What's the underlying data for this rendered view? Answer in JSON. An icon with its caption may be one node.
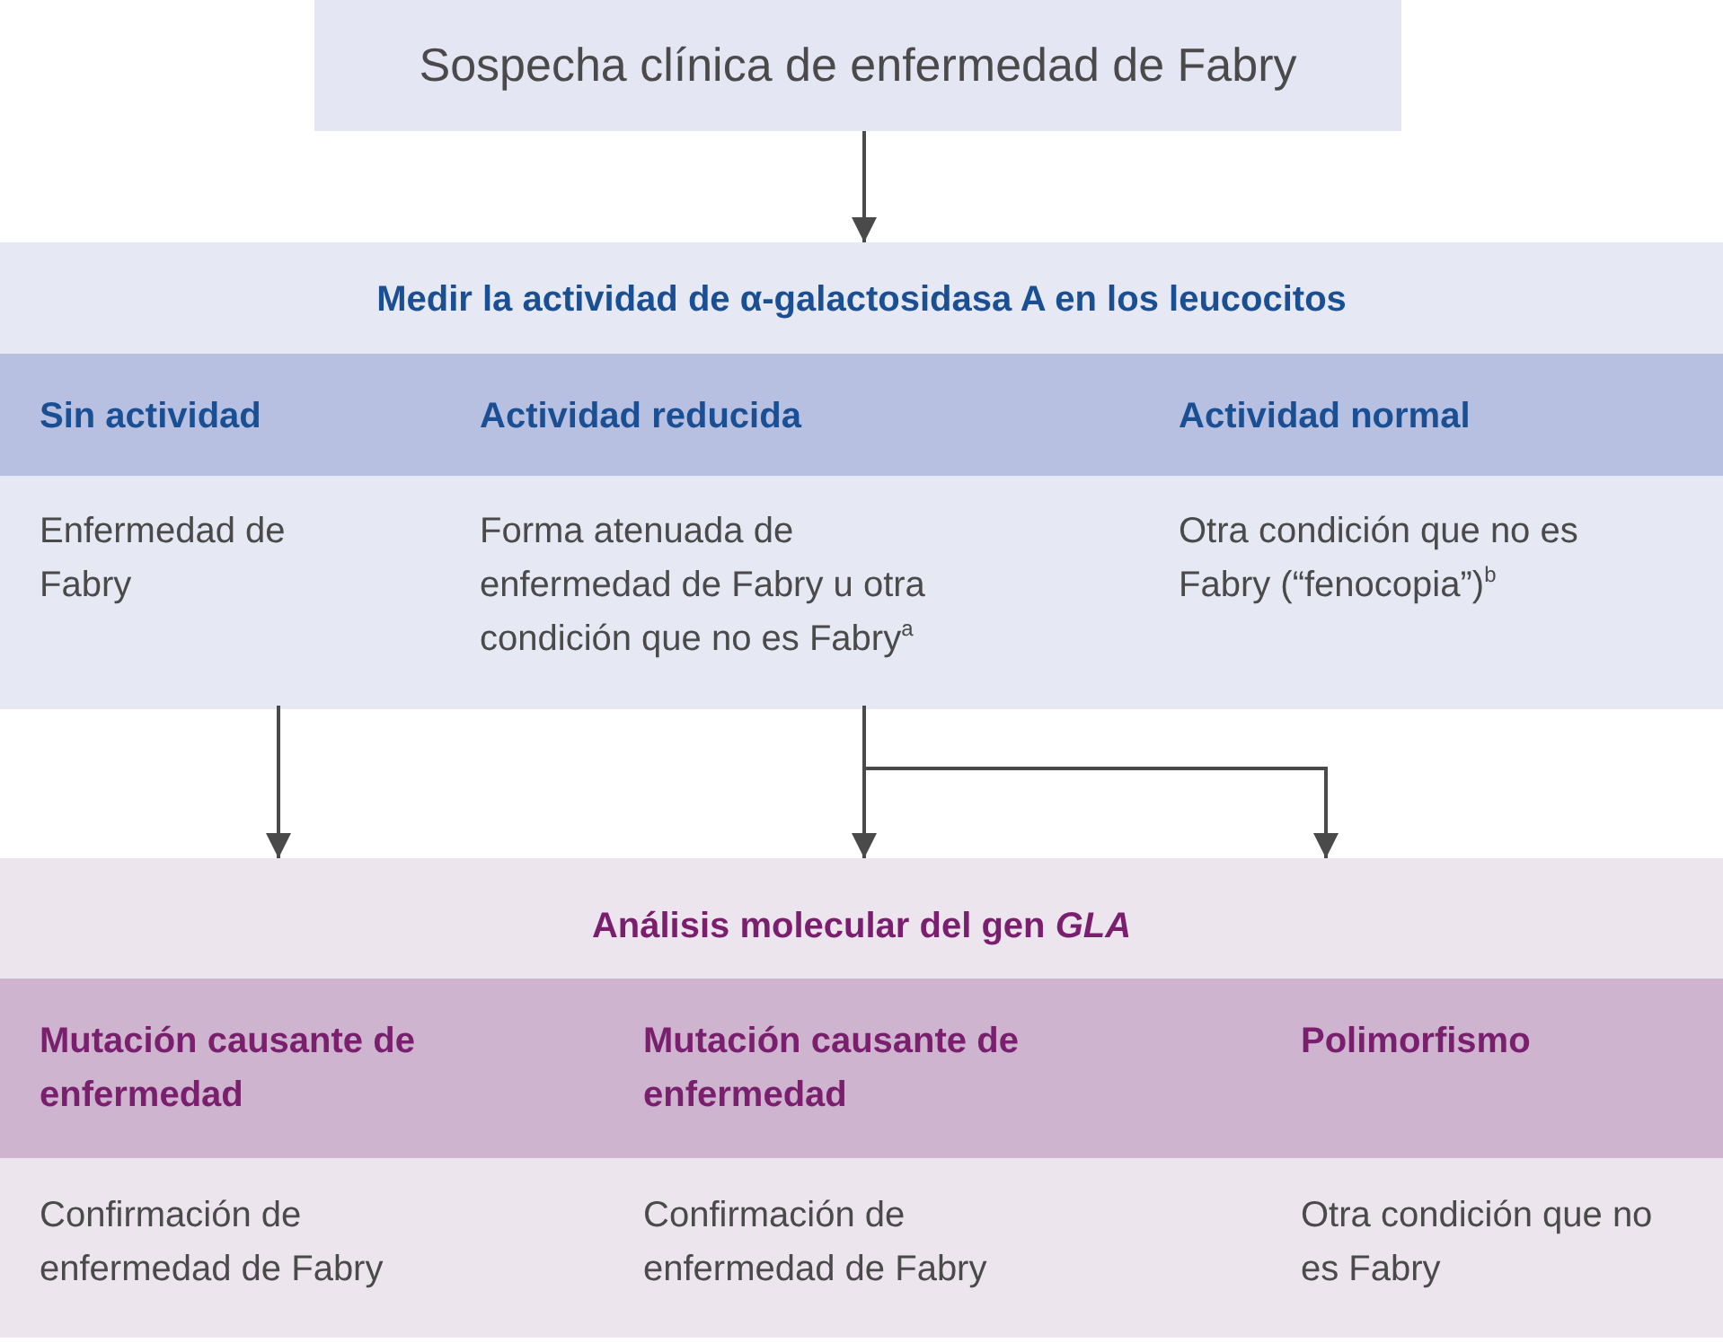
{
  "diagram": {
    "nodes": [
      {
        "text": [
          "Sospecha clínica de enfermedad de Fabry"
        ]
      },
      {
        "text": [
          "Medir la actividad de α-galactosidasa A en los leucocitos"
        ]
      },
      {
        "text": [
          "Sin actividad",
          "Enfermedad de Fabry"
        ],
        "in": 1
      },
      {
        "text": [
          "Actividad reducida",
          "Forma atenuada de enfermedad de Fabry u otra condición que no es Fabry$^{a}$"
        ],
        "in": 1
      },
      {
        "text": [
          "Actividad normal",
          "Otra condición que no es Fabry (“fenocopia”)$^{b}$"
        ],
        "in": 1
      },
      {
        "text": [
          "Análisis molecular del gen *GLA*"
        ]
      },
      {
        "text": [
          "Mutación causante de enfermedad",
          "Confirmación de enfermedad de Fabry"
        ],
        "in": 5
      },
      {
        "text": [
          "Mutación causante de enfermedad",
          "Confirmación de enfermedad de Fabry"
        ],
        "in": 5
      },
      {
        "text": [
          "Polimorfismo",
          "Otra condición que no es Fabry"
        ],
        "in": 5
      }
    ],
    "edges": [
      {
        "from": 0,
        "to": 1,
        "arrow": "to"
      },
      {
        "from": 2,
        "to": 5,
        "arrow": "to"
      },
      {
        "from": 3,
        "to": 5,
        "arrow": "to"
      },
      {
        "from": 3,
        "to": 5,
        "arrow": "to"
      }
    ]
  }
}
